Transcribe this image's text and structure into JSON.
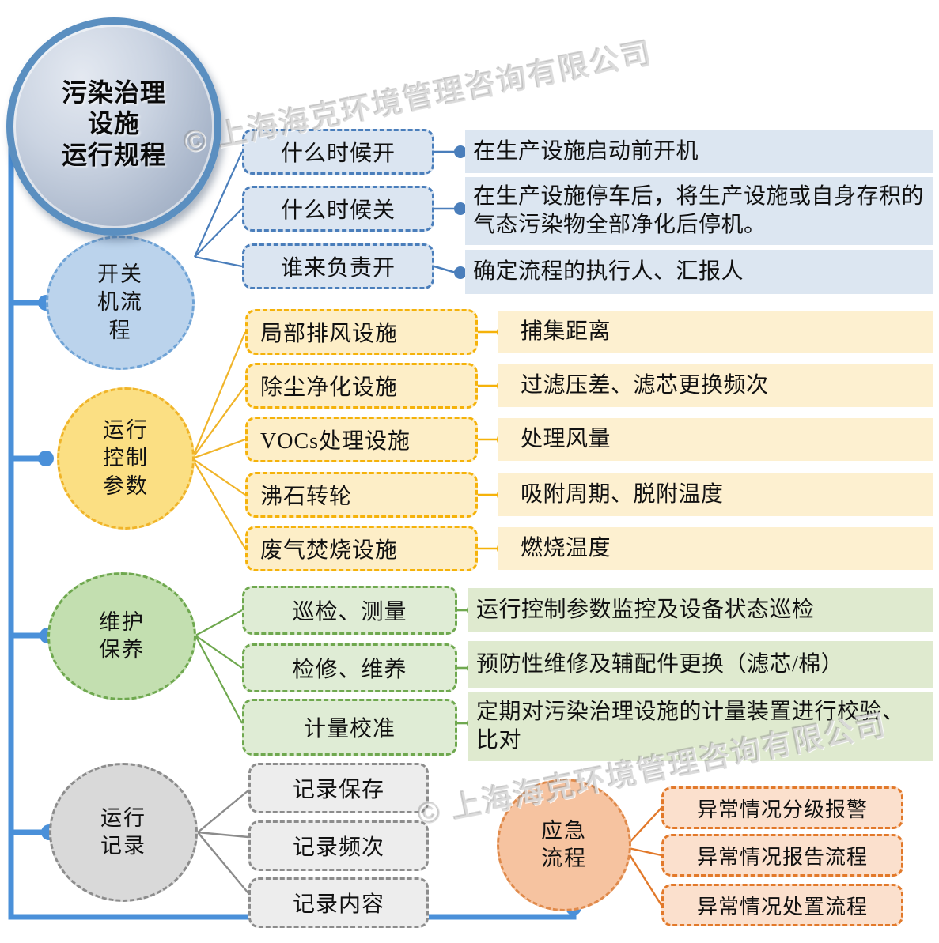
{
  "center": {
    "title": "污染治理\n设施\n运行规程",
    "color": "#aab7cb",
    "ring_color": "#5b8fc0"
  },
  "watermark": {
    "text": "© 上海海克环境管理咨询有限公司"
  },
  "branches": [
    {
      "id": "switch-flow",
      "label": "开关\n机流\n程",
      "color": "#bbd3ec",
      "accent": "#4a7ebb",
      "items": [
        {
          "topic": "什么时候开",
          "detail": "在生产设施启动前开机"
        },
        {
          "topic": "什么时候关",
          "detail": "在生产设施停车后，将生产设施或自身存积的气态污染物全部净化后停机。"
        },
        {
          "topic": "谁来负责开",
          "detail": "确定流程的执行人、汇报人"
        }
      ]
    },
    {
      "id": "control-params",
      "label": "运行\n控制\n参数",
      "color": "#fbdf83",
      "accent": "#f0b429",
      "items": [
        {
          "topic": "局部排风设施",
          "detail": "捕集距离"
        },
        {
          "topic": "除尘净化设施",
          "detail": "过滤压差、滤芯更换频次"
        },
        {
          "topic": "VOCs处理设施",
          "detail": "处理风量"
        },
        {
          "topic": "沸石转轮",
          "detail": "吸附周期、脱附温度"
        },
        {
          "topic": "废气焚烧设施",
          "detail": "燃烧温度"
        }
      ]
    },
    {
      "id": "maintenance",
      "label": "维护\n保养",
      "color": "#c3dfb0",
      "accent": "#6fa84f",
      "items": [
        {
          "topic": "巡检、测量",
          "detail": "运行控制参数监控及设备状态巡检"
        },
        {
          "topic": "检修、维养",
          "detail": "预防性维修及辅配件更换（滤芯/棉）"
        },
        {
          "topic": "计量校准",
          "detail": "定期对污染治理设施的计量装置进行校验、比对"
        }
      ]
    },
    {
      "id": "operation-records",
      "label": "运行\n记录",
      "color": "#d9d9d9",
      "accent": "#8c8c8c",
      "items": [
        {
          "topic": "记录保存",
          "detail": ""
        },
        {
          "topic": "记录频次",
          "detail": ""
        },
        {
          "topic": "记录内容",
          "detail": ""
        }
      ]
    },
    {
      "id": "emergency-flow",
      "label": "应急\n流程",
      "color": "#f6c3a0",
      "accent": "#e2792a",
      "items": [
        {
          "topic": "异常情况分级报警",
          "detail": ""
        },
        {
          "topic": "异常情况报告流程",
          "detail": ""
        },
        {
          "topic": "异常情况处置流程",
          "detail": ""
        }
      ]
    }
  ]
}
